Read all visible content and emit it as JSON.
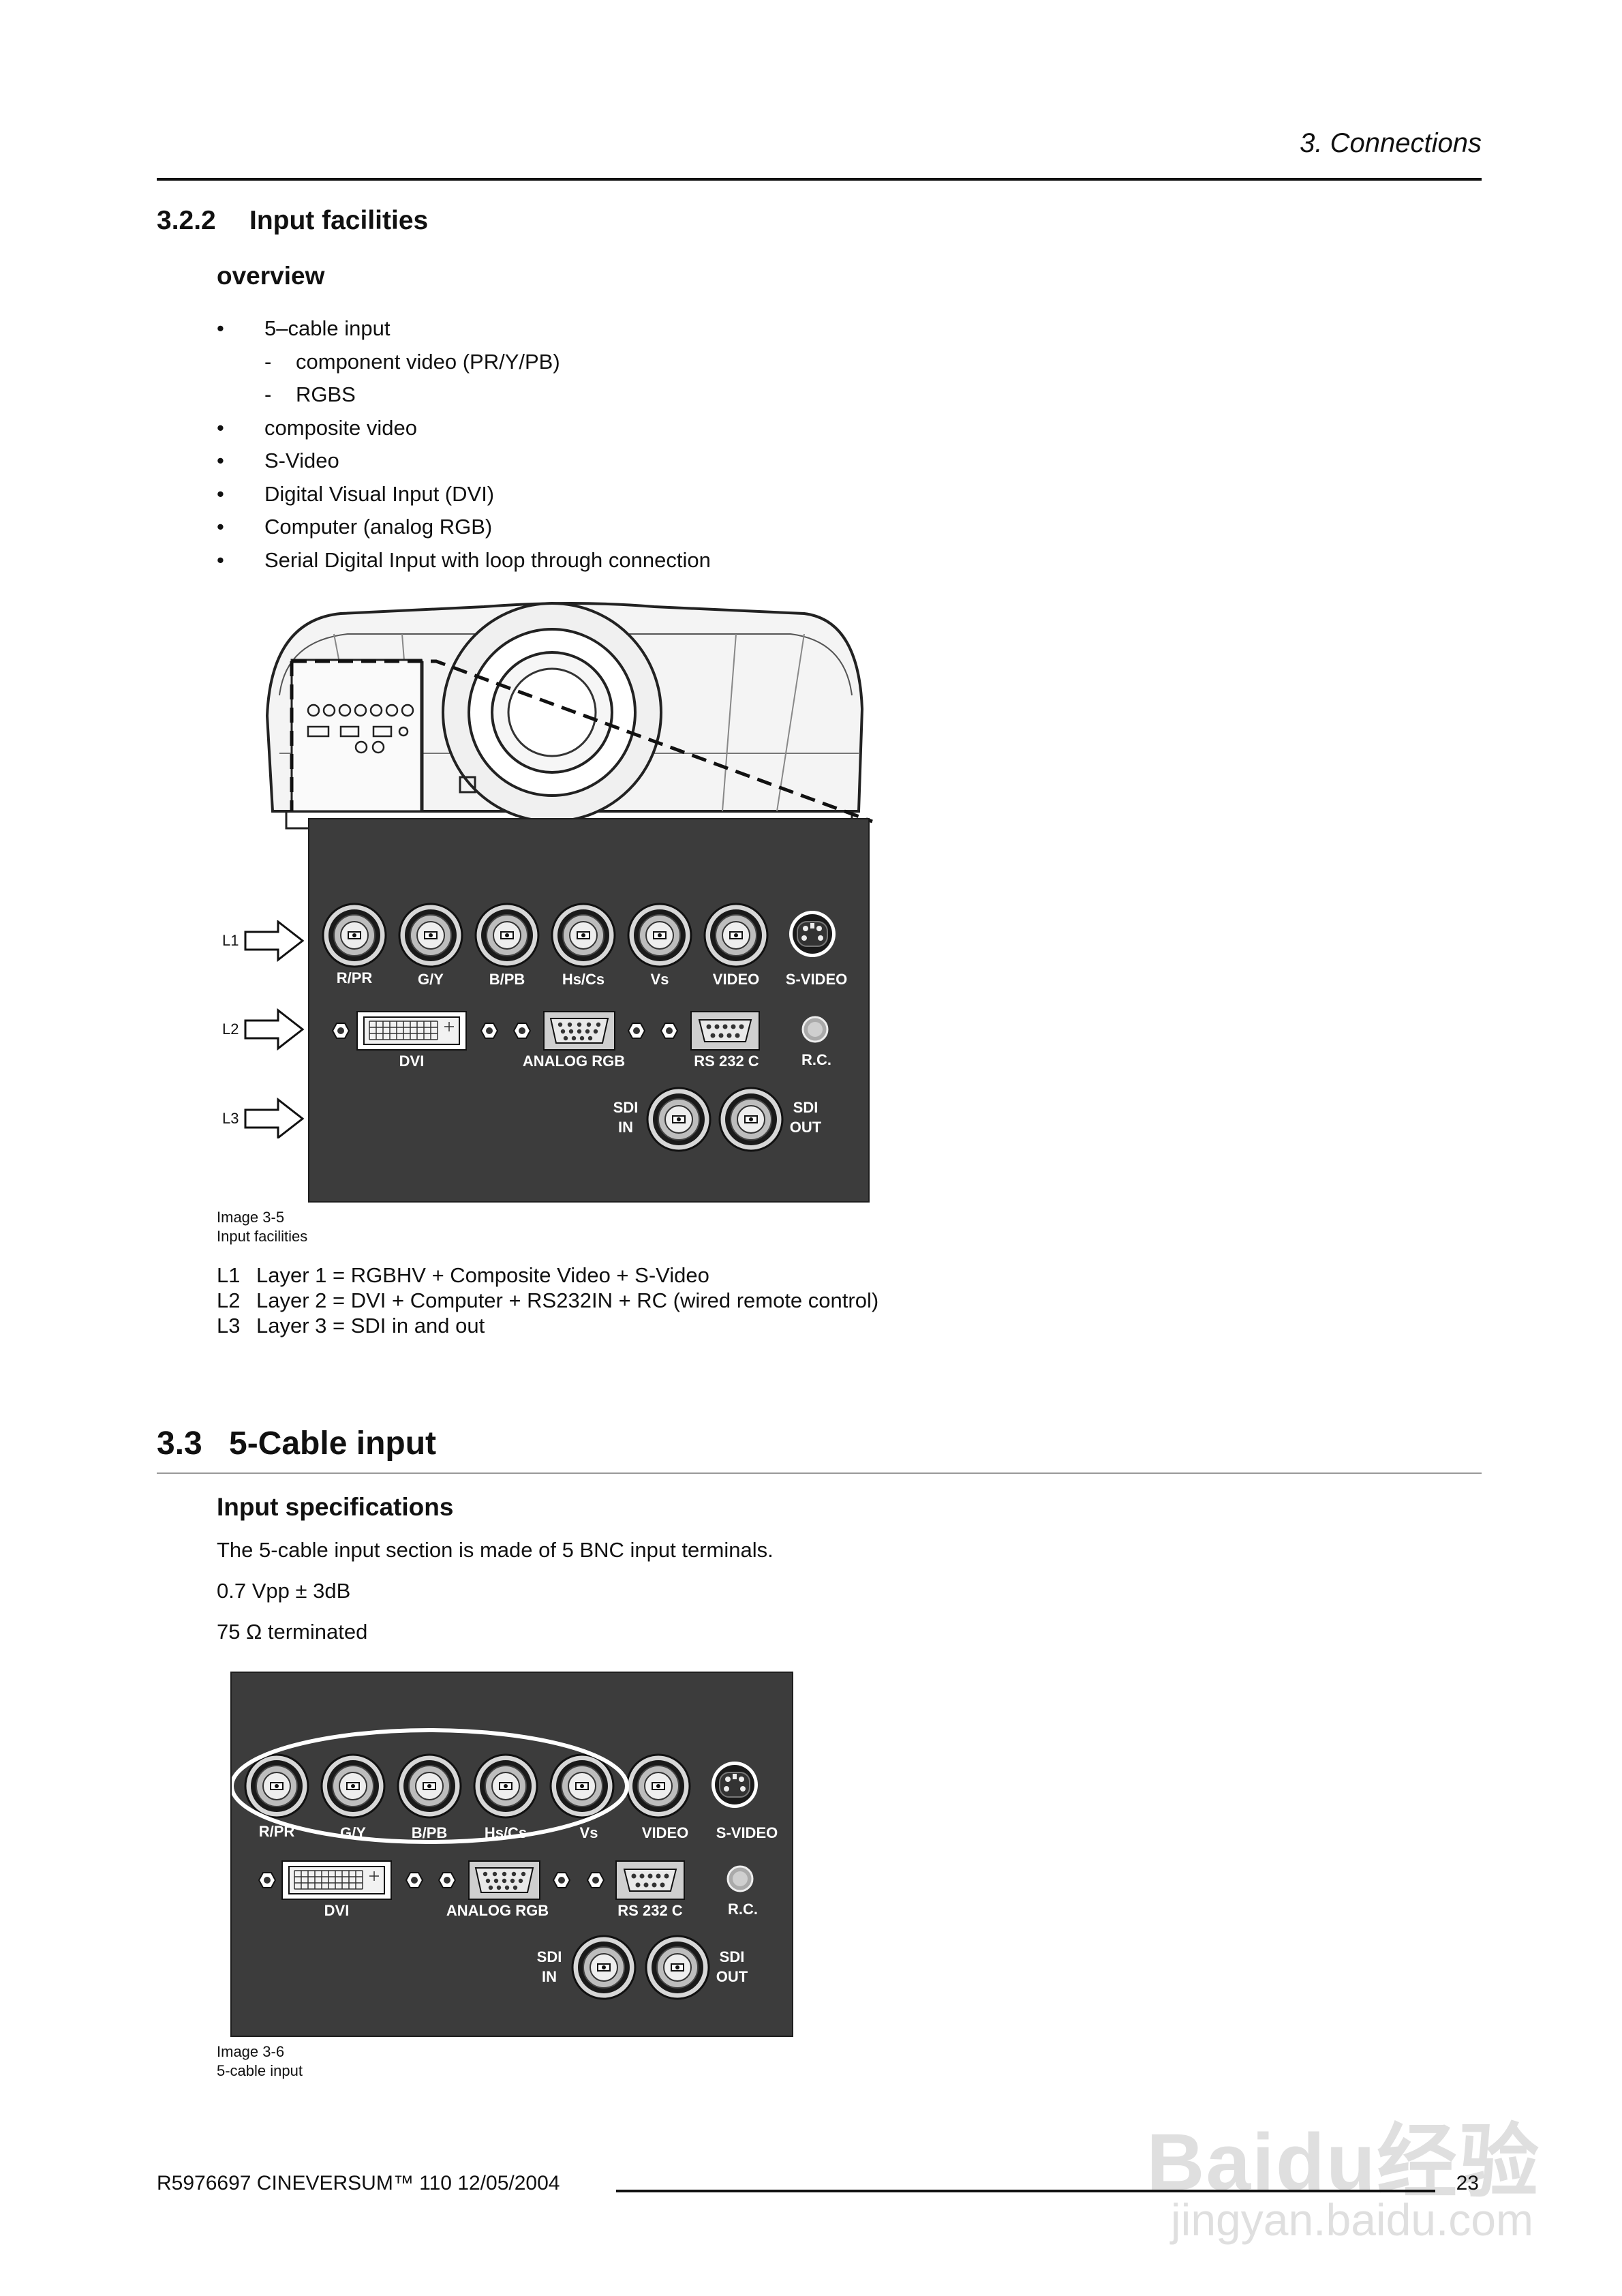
{
  "header": {
    "chapter": "3.  Connections"
  },
  "section_322": {
    "number": "3.2.2",
    "title": "Input facilities",
    "subheading": "overview",
    "bullets": [
      {
        "marker": "•",
        "text": "5–cable input"
      },
      {
        "marker": "-",
        "text": "component video (PR/Y/PB)",
        "sub": true
      },
      {
        "marker": "-",
        "text": "RGBS",
        "sub": true
      },
      {
        "marker": "•",
        "text": "composite video"
      },
      {
        "marker": "•",
        "text": "S-Video"
      },
      {
        "marker": "•",
        "text": "Digital Visual Input (DVI)"
      },
      {
        "marker": "•",
        "text": "Computer (analog RGB)"
      },
      {
        "marker": "•",
        "text": "Serial Digital Input with loop through connection"
      }
    ]
  },
  "figure1": {
    "layer_labels": [
      "L1",
      "L2",
      "L3"
    ],
    "caption_number": "Image 3-5",
    "caption_text": "Input facilities",
    "legend": [
      {
        "key": "L1",
        "text": "Layer 1 = RGBHV + Composite Video + S-Video"
      },
      {
        "key": "L2",
        "text": "Layer 2 = DVI + Computer + RS232IN + RC (wired remote control)"
      },
      {
        "key": "L3",
        "text": "Layer 3 = SDI in and out"
      }
    ]
  },
  "panel": {
    "row1": [
      "R/PR",
      "G/Y",
      "B/PB",
      "Hs/Cs",
      "Vs",
      "VIDEO",
      "S-VIDEO"
    ],
    "row2": [
      "DVI",
      "ANALOG RGB",
      "RS 232 C",
      "R.C."
    ],
    "sdi_in": [
      "SDI",
      "IN"
    ],
    "sdi_out": [
      "SDI",
      "OUT"
    ]
  },
  "section_33": {
    "number": "3.3",
    "title": "5-Cable input",
    "subheading": "Input specifications",
    "paragraphs": [
      "The 5-cable input section is made of 5 BNC input terminals.",
      "0.7 Vpp ± 3dB",
      "75 Ω terminated"
    ]
  },
  "figure2": {
    "caption_number": "Image 3-6",
    "caption_text": "5-cable input"
  },
  "footer": {
    "text": "R5976697  CINEVERSUM™ 110  12/05/2004",
    "page": "23"
  },
  "watermark": {
    "main": "Baidu经验",
    "sub": "jingyan.baidu.com"
  }
}
